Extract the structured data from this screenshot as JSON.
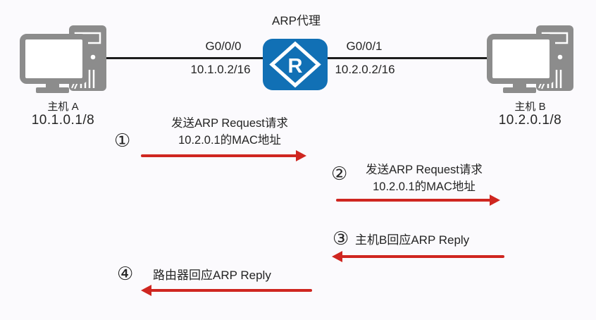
{
  "colors": {
    "background": "#fbfafd",
    "router_blue": "#1170b5",
    "arrow_red": "#cf2620",
    "device_gray": "#8c8c8c",
    "link_black": "#1d1d1d"
  },
  "topology": {
    "router": {
      "title": "ARP代理",
      "icon_letter": "R"
    },
    "interfaces": {
      "left": {
        "name": "G0/0/0",
        "ip": "10.1.0.2/16"
      },
      "right": {
        "name": "G0/0/1",
        "ip": "10.2.0.2/16"
      }
    },
    "host_a": {
      "name": "主机 A",
      "ip": "10.1.0.1/8"
    },
    "host_b": {
      "name": "主机 B",
      "ip": "10.2.0.1/8"
    }
  },
  "steps": [
    {
      "number": "①",
      "line1": "发送ARP Request请求",
      "line2": "10.2.0.1的MAC地址",
      "direction": "right"
    },
    {
      "number": "②",
      "line1": "发送ARP Request请求",
      "line2": "10.2.0.1的MAC地址",
      "direction": "right"
    },
    {
      "number": "③",
      "line1": "主机B回应ARP Reply",
      "line2": "",
      "direction": "left"
    },
    {
      "number": "④",
      "line1": "路由器回应ARP Reply",
      "line2": "",
      "direction": "left"
    }
  ]
}
